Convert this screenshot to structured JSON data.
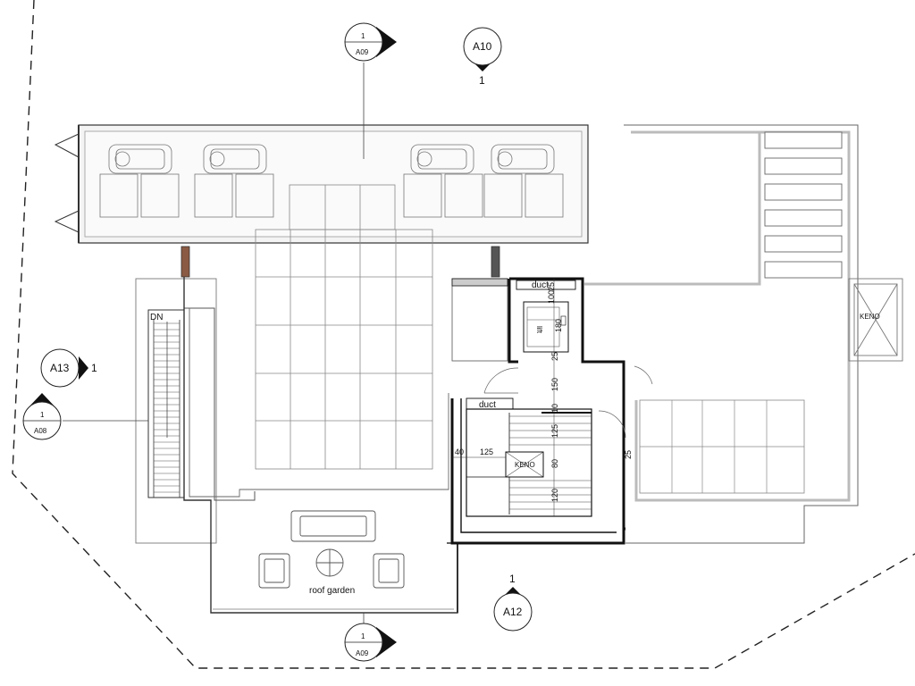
{
  "sheet": {
    "bubbles": {
      "a09_top": {
        "num": "1",
        "ref": "A09"
      },
      "a09_bottom": {
        "num": "1",
        "ref": "A09"
      },
      "a08_left": {
        "num": "1",
        "ref": "A08"
      },
      "a10": {
        "tag": "A10",
        "num": "1"
      },
      "a13": {
        "tag": "A13",
        "num": "1"
      },
      "a12": {
        "tag": "A12",
        "num": "1"
      }
    },
    "rooms": {
      "duct_top": "duct",
      "duct_mid": "duct",
      "lift": "lift",
      "void_right": "ΚΕΝΟ",
      "void_stair": "ΚΕΝΟ",
      "roof_garden": "roof garden",
      "stair_down": "DN"
    },
    "dims": {
      "d_top_a": "25",
      "d_top_b": "100",
      "d_lift_180": "180",
      "d_25_mid": "25",
      "d_150": "150",
      "d_10": "10",
      "d_125_v": "125",
      "d_80": "80",
      "d_120": "120",
      "d_40": "40",
      "d_125_h": "125",
      "d_25_right": "25"
    }
  }
}
